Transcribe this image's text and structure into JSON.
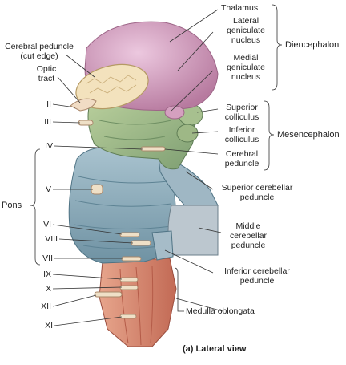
{
  "caption": "(a) Lateral view",
  "labels": {
    "thalamus": "Thalamus",
    "lateral_geniculate": "Lateral\ngeniculate\nnucleus",
    "medial_geniculate": "Medial\ngeniculate\nnucleus",
    "cerebral_peduncle_cut": "Cerebral peduncle\n(cut edge)",
    "optic_tract": "Optic\ntract",
    "superior_colliculus": "Superior\ncolliculus",
    "inferior_colliculus": "Inferior\ncolliculus",
    "cerebral_peduncle": "Cerebral\npeduncle",
    "superior_cerebellar_peduncle": "Superior cerebellar\npeduncle",
    "middle_cerebellar_peduncle": "Middle\ncerebellar\npeduncle",
    "inferior_cerebellar_peduncle": "Inferior cerebellar\npeduncle",
    "medulla_oblongata": "Medulla oblongata"
  },
  "groups": {
    "diencephalon": "Diencephalon",
    "mesencephalon": "Mesencephalon",
    "pons": "Pons"
  },
  "nerves": {
    "ii": "II",
    "iii": "III",
    "iv": "IV",
    "v": "V",
    "vi": "VI",
    "viii": "VIII",
    "vii": "VII",
    "ix": "IX",
    "x": "X",
    "xii": "XII",
    "xi": "XI"
  }
}
